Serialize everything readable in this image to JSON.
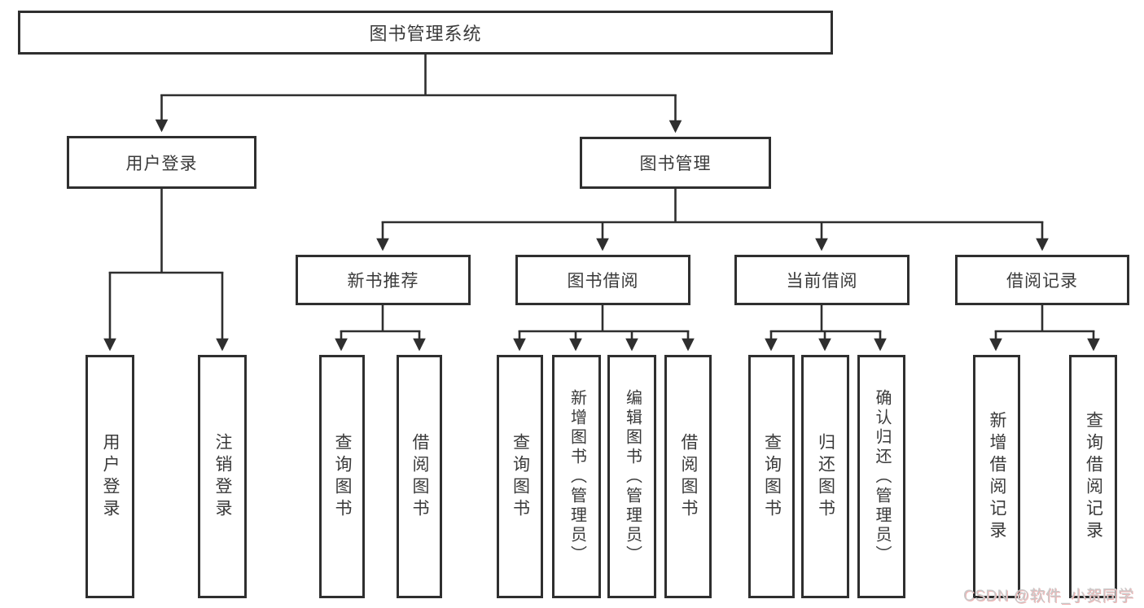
{
  "diagram": {
    "title_node": {
      "label": "图书管理系统"
    },
    "level2": [
      {
        "label": "用户登录"
      },
      {
        "label": "图书管理"
      }
    ],
    "level3": [
      {
        "label": "新书推荐"
      },
      {
        "label": "图书借阅"
      },
      {
        "label": "当前借阅"
      },
      {
        "label": "借阅记录"
      }
    ],
    "leaves": [
      {
        "label": "用户登录",
        "parent": "用户登录"
      },
      {
        "label": "注销登录",
        "parent": "用户登录"
      },
      {
        "label": "查询图书",
        "parent": "新书推荐"
      },
      {
        "label": "借阅图书",
        "parent": "新书推荐"
      },
      {
        "label": "查询图书",
        "parent": "图书借阅"
      },
      {
        "label": "新增图书（管理员）",
        "parent": "图书借阅"
      },
      {
        "label": "编辑图书（管理员）",
        "parent": "图书借阅"
      },
      {
        "label": "借阅图书",
        "parent": "图书借阅"
      },
      {
        "label": "查询图书",
        "parent": "当前借阅"
      },
      {
        "label": "归还图书",
        "parent": "当前借阅"
      },
      {
        "label": "确认归还（管理员）",
        "parent": "当前借阅"
      },
      {
        "label": "新增借阅记录",
        "parent": "借阅记录"
      },
      {
        "label": "查询借阅记录",
        "parent": "借阅记录"
      }
    ]
  },
  "watermark": {
    "text": "CSDN @软件_小贺同学"
  },
  "colors": {
    "line": "#2f2f2f",
    "text": "#3a3a3a",
    "background": "#ffffff",
    "watermark": "#c9c9c9",
    "watermark_shadow": "#efb3b3"
  }
}
